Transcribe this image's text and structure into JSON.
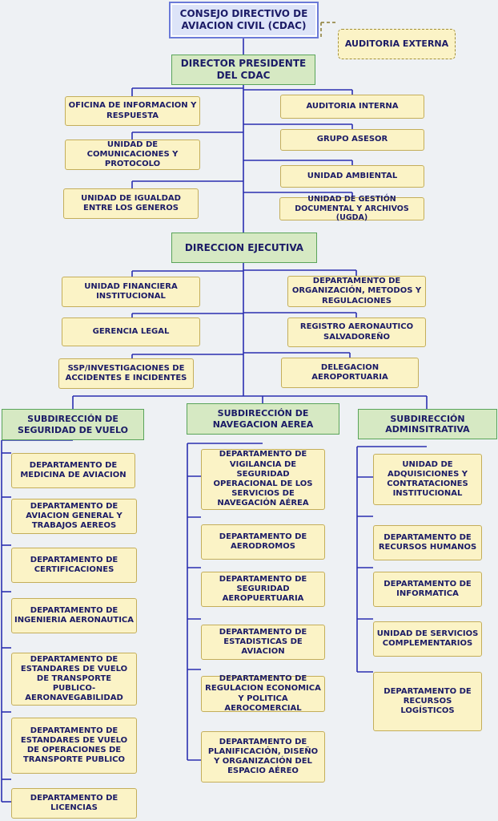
{
  "board": "CONSEJO DIRECTIVO DE AVIACION CIVIL (CDAC)",
  "external_audit": "AUDITORIA EXTERNA",
  "president": "DIRECTOR PRESIDENTE DEL CDAC",
  "president_left": [
    "OFICINA DE INFORMACION Y RESPUESTA",
    "UNIDAD DE COMUNICACIONES Y PROTOCOLO",
    "UNIDAD DE IGUALDAD ENTRE LOS GENEROS"
  ],
  "president_right": [
    "AUDITORIA INTERNA",
    "GRUPO ASESOR",
    "UNIDAD AMBIENTAL",
    "UNIDAD DE GESTIÓN DOCUMENTAL Y ARCHIVOS (UGDA)"
  ],
  "executive": "DIRECCION EJECUTIVA",
  "executive_left": [
    "UNIDAD FINANCIERA INSTITUCIONAL",
    "GERENCIA LEGAL",
    "SSP/INVESTIGACIONES DE ACCIDENTES E INCIDENTES"
  ],
  "executive_right": [
    "DEPARTAMENTO DE ORGANIZACIÓN, METODOS Y REGULACIONES",
    "REGISTRO AERONAUTICO SALVADOREÑO",
    "DELEGACION AEROPORTUARIA"
  ],
  "sub_flight": {
    "title": "SUBDIRECCIÓN DE SEGURIDAD DE VUELO",
    "departments": [
      "DEPARTAMENTO DE MEDICINA DE AVIACION",
      "DEPARTAMENTO DE AVIACION GENERAL  Y TRABAJOS AEREOS",
      "DEPARTAMENTO DE CERTIFICACIONES",
      "DEPARTAMENTO DE INGENIERIA AERONAUTICA",
      "DEPARTAMENTO DE ESTANDARES DE VUELO DE TRANSPORTE PUBLICO-AERONAVEGABILIDAD",
      "DEPARTAMENTO DE ESTANDARES DE VUELO DE OPERACIONES DE TRANSPORTE PUBLICO",
      "DEPARTAMENTO DE LICENCIAS"
    ]
  },
  "sub_navigation": {
    "title": "SUBDIRECCIÓN DE NAVEGACION AEREA",
    "departments": [
      "DEPARTAMENTO DE VIGILANCIA DE SEGURIDAD OPERACIONAL DE LOS SERVICIOS DE NAVEGACIÓN AÉREA",
      "DEPARTAMENTO DE AERODROMOS",
      "DEPARTAMENTO DE SEGURIDAD AEROPUERTUARIA",
      "DEPARTAMENTO DE ESTADISTICAS DE AVIACION",
      "DEPARTAMENTO DE REGULACION ECONOMICA Y POLITICA AEROCOMERCIAL",
      "DEPARTAMENTO DE PLANIFICACIÓN, DISEÑO Y ORGANIZACIÓN DEL ESPACIO AÉREO"
    ]
  },
  "sub_admin": {
    "title": "SUBDIRECCIÓN ADMINSITRATIVA",
    "departments": [
      "UNIDAD DE ADQUISICIONES Y CONTRATACIONES INSTITUCIONAL",
      "DEPARTAMENTO DE RECURSOS HUMANOS",
      "DEPARTAMENTO DE INFORMATICA",
      "UNIDAD DE SERVICIOS COMPLEMENTARIOS",
      "DEPARTAMENTO DE RECURSOS LOGÍSTICOS"
    ]
  }
}
